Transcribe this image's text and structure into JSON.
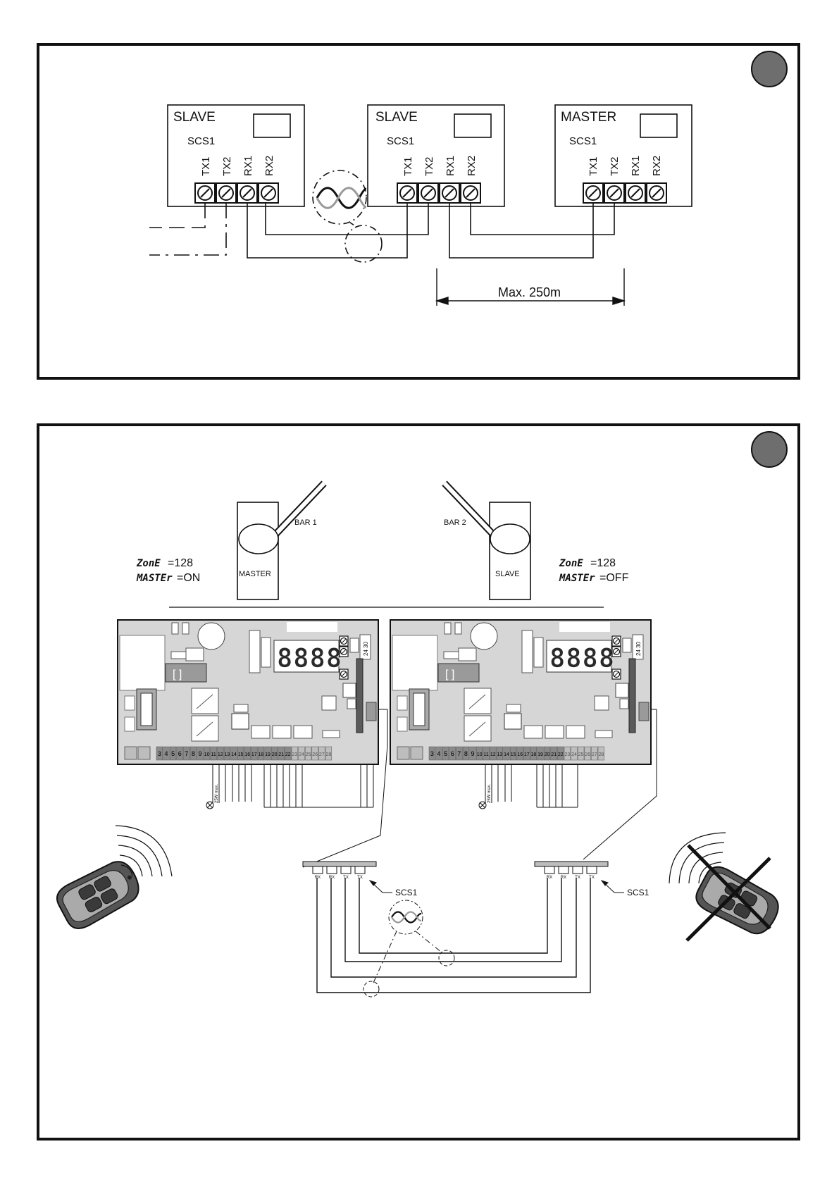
{
  "fig1": {
    "units": [
      {
        "title": "SLAVE",
        "module": "SCS1",
        "terminals": [
          "TX1",
          "TX2",
          "RX1",
          "RX2"
        ]
      },
      {
        "title": "SLAVE",
        "module": "SCS1",
        "terminals": [
          "TX1",
          "TX2",
          "RX1",
          "RX2"
        ]
      },
      {
        "title": "MASTER",
        "module": "SCS1",
        "terminals": [
          "TX1",
          "TX2",
          "RX1",
          "RX2"
        ]
      }
    ],
    "distance_label": "Max. 250m"
  },
  "fig2": {
    "bar_left": {
      "label": "BAR 1",
      "role": "MASTER",
      "zone": "=128",
      "master": "=ON"
    },
    "bar_right": {
      "label": "BAR 2",
      "role": "SLAVE",
      "zone": "=128",
      "master": "=OFF"
    },
    "param_zone_name": "ZonE",
    "param_master_name": "MASTEr",
    "display": "8888",
    "terminal_numbers": [
      "3",
      "4",
      "5",
      "6",
      "7",
      "8",
      "9",
      "10",
      "11",
      "12",
      "13",
      "14",
      "15",
      "16",
      "17",
      "18",
      "19",
      "20",
      "21",
      "22",
      "23",
      "24",
      "25",
      "26",
      "27",
      "28"
    ],
    "supply_label": "24 30",
    "lamp_label": "25W max.",
    "connector_pins": [
      "RX",
      "RX",
      "TX",
      "TX"
    ],
    "module_label": "SCS1",
    "colors": {
      "line": "#111111",
      "circle": "#6e6e6e",
      "board": "#d6d6d6",
      "terminal_dark": "#8a8a8a",
      "terminal_light": "#bdbdbd"
    }
  }
}
